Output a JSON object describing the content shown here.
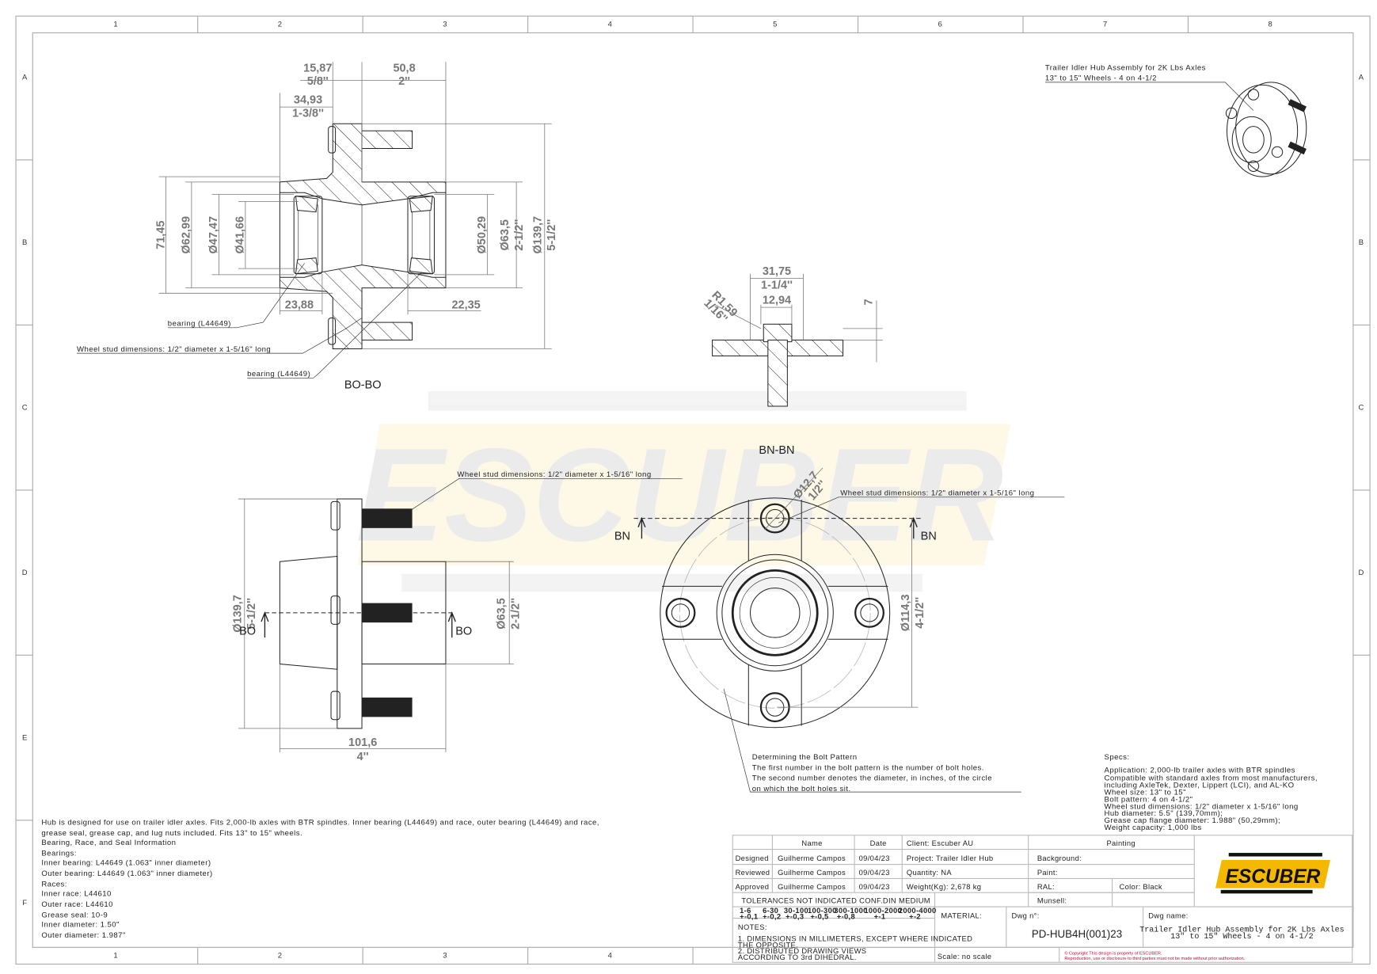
{
  "sheet": {
    "columns": [
      "1",
      "2",
      "3",
      "4",
      "5",
      "6",
      "7",
      "8"
    ],
    "rows": [
      "A",
      "B",
      "C",
      "D",
      "E",
      "F"
    ],
    "bottom_columns": [
      "1",
      "2",
      "3",
      "4"
    ]
  },
  "watermark": "ESCUBER",
  "section_bo": {
    "title": "BO-BO",
    "dims": {
      "d1587": "15,87",
      "d1587_in": "5/8''",
      "d508": "50,8",
      "d508_in": "2''",
      "d3493": "34,93",
      "d3493_in": "1-3/8''",
      "d7145": "71,45",
      "d6299": "Ø62,99",
      "d4747": "Ø47,47",
      "d4166": "Ø41,66",
      "d5029": "Ø50,29",
      "d635": "Ø63,5",
      "d635_in": "2-1/2''",
      "d1397": "Ø139,7",
      "d1397_in": "5-1/2''",
      "d2388": "23,88",
      "d2235": "22,35"
    },
    "labels": {
      "bearing_top": "bearing (L44649)",
      "stud": "Wheel stud dimensions: 1/2\" diameter x 1-5/16\" long",
      "bearing_bottom": "bearing (L44649)"
    }
  },
  "section_bn": {
    "title": "BN-BN",
    "dims": {
      "d3175": "31,75",
      "d3175_in": "1-1/4''",
      "d1294": "12,94",
      "r159": "R1,59",
      "r159_in": "1/16''",
      "d7": "7"
    }
  },
  "side_view": {
    "stud_label": "Wheel stud dimensions: 1/2\" diameter x 1-5/16\" long",
    "dims": {
      "d1397": "Ø139,7",
      "d1397_in": "5-1/2''",
      "d635": "Ø63,5",
      "d635_in": "2-1/2''",
      "d1016": "101,6",
      "d1016_in": "4''"
    },
    "cut_label_left": "BO",
    "cut_label_right": "BO"
  },
  "front_view": {
    "stud_label": "Wheel stud dimensions: 1/2\" diameter x 1-5/16\" long",
    "dims": {
      "d127": "Ø12,7",
      "d127_in": "1/2''",
      "d1143": "Ø114,3",
      "d1143_in": "4-1/2''"
    },
    "cut_label_left": "BN",
    "cut_label_right": "BN",
    "bolt_pattern_note": [
      "Determining the Bolt Pattern",
      "The first number in the bolt pattern is the number of bolt holes.",
      "The second number denotes the diameter, in inches, of the circle",
      "on which the bolt holes sit."
    ]
  },
  "iso_view": {
    "caption": [
      "Trailer Idler Hub Assembly for 2K Lbs Axles",
      "13\" to 15\" Wheels - 4 on 4-1/2"
    ]
  },
  "description": [
    "Hub is designed for use on trailer idler axles. Fits 2,000-lb axles with BTR spindles. Inner bearing (L44649) and race, outer bearing (L44649) and race,",
    "grease seal, grease cap, and lug nuts included. Fits 13\" to 15\" wheels.",
    "Bearing, Race, and Seal Information",
    "Bearings:",
    "Inner bearing: L44649 (1.063\" inner diameter)",
    "Outer bearing: L44649 (1.063\" inner diameter)",
    "Races:",
    "Inner race: L44610",
    "Outer race: L44610",
    "Grease seal: 10-9",
    "Inner diameter: 1.50\"",
    "Outer diameter: 1.987\""
  ],
  "specs": {
    "title": "Specs:",
    "lines": [
      "Application: 2,000-lb trailer axles with BTR spindles",
      "Compatible with standard axles from most manufacturers,",
      "including AxleTek, Dexter, Lippert (LCI), and AL-KO",
      "Wheel size: 13\" to 15\"",
      "Bolt pattern: 4 on 4-1/2\"",
      "Wheel stud dimensions: 1/2\" diameter x 1-5/16\" long",
      "Hub diameter: 5.5\" (139,70mm);",
      "Grease cap flange diameter: 1.988\" (50,29mm);",
      "Weight capacity: 1,000 lbs"
    ]
  },
  "title_block": {
    "header_name": "Name",
    "header_date": "Date",
    "client": "Client: Escuber AU",
    "painting": "Painting",
    "rows": [
      {
        "role": "Designed",
        "name": "Guilherme Campos",
        "date": "09/04/23",
        "info": "Project: Trailer Idler Hub",
        "paint": "Background:"
      },
      {
        "role": "Reviewed",
        "name": "Guilherme Campos",
        "date": "09/04/23",
        "info": "Quantity: NA",
        "paint": "Paint:"
      },
      {
        "role": "Approved",
        "name": "Guilherme Campos",
        "date": "09/04/23",
        "info": "Weight(Kg): 2,678 kg",
        "paint": "RAL:"
      }
    ],
    "color": "Color: Black",
    "munsell": "Munsell:",
    "tolerances_title": "TOLERANCES NOT INDICATED CONF.DIN MEDIUM",
    "tolerance_ranges": [
      "1-6",
      "6-30",
      "30-100",
      "100-300",
      "300-1000",
      "1000-2000",
      "2000-4000"
    ],
    "tolerance_values": [
      "+-0,1",
      "+-0,2",
      "+-0,3",
      "+-0,5",
      "+-0,8",
      "+-1",
      "+-2"
    ],
    "notes_title": "NOTES:",
    "notes": [
      "1. DIMENSIONS IN MILLIMETERS, EXCEPT WHERE INDICATED",
      "THE OPPOSITE.",
      "2. DISTRIBUTED DRAWING VIEWS",
      "ACCORDING TO 3rd DIHEDRAL."
    ],
    "material": "MATERIAL:",
    "dwg_no_label": "Dwg n°:",
    "dwg_no": "PD-HUB4H(001)23",
    "dwg_name_label": "Dwg name:",
    "dwg_name": [
      "Trailer Idler Hub Assembly for 2K Lbs Axles",
      "13\" to 15\" Wheels - 4 on 4-1/2"
    ],
    "scale": "Scale: no scale",
    "copyright": [
      "© Copyright This design is property of ESCUBER.",
      "Reproduction, use or disclosure to third parties must not be made without prior authorization."
    ],
    "logo_text": "ESCUBER"
  },
  "colors": {
    "brand_yellow": "#F5B800",
    "copyright_red": "#E0003C",
    "dim_gray": "#777777"
  }
}
